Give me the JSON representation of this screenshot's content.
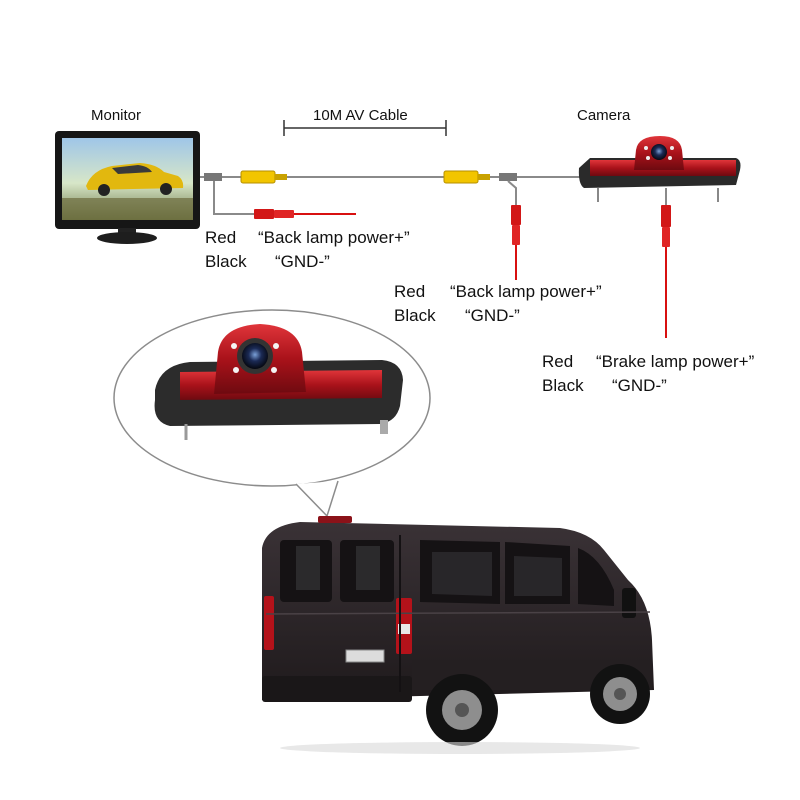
{
  "labels": {
    "monitor": "Monitor",
    "camera": "Camera",
    "cable": "10M AV Cable"
  },
  "wires": {
    "monitor_side": {
      "red": "Red",
      "black": "Black",
      "red_desc": "“Back lamp power+”",
      "black_desc": "“GND-”"
    },
    "middle": {
      "red": "Red",
      "black": "Black",
      "red_desc": "“Back lamp power+”",
      "black_desc": "“GND-”"
    },
    "camera_side": {
      "red": "Red",
      "black": "Black",
      "red_desc": "“Brake lamp power+”",
      "black_desc": "“GND-”"
    }
  },
  "colors": {
    "connector_yellow": "#f2c500",
    "wire_red": "#d81010",
    "lamp_red": "#b0141a",
    "van_body": "#2b2527",
    "cable_gray": "#8a8a8a"
  }
}
